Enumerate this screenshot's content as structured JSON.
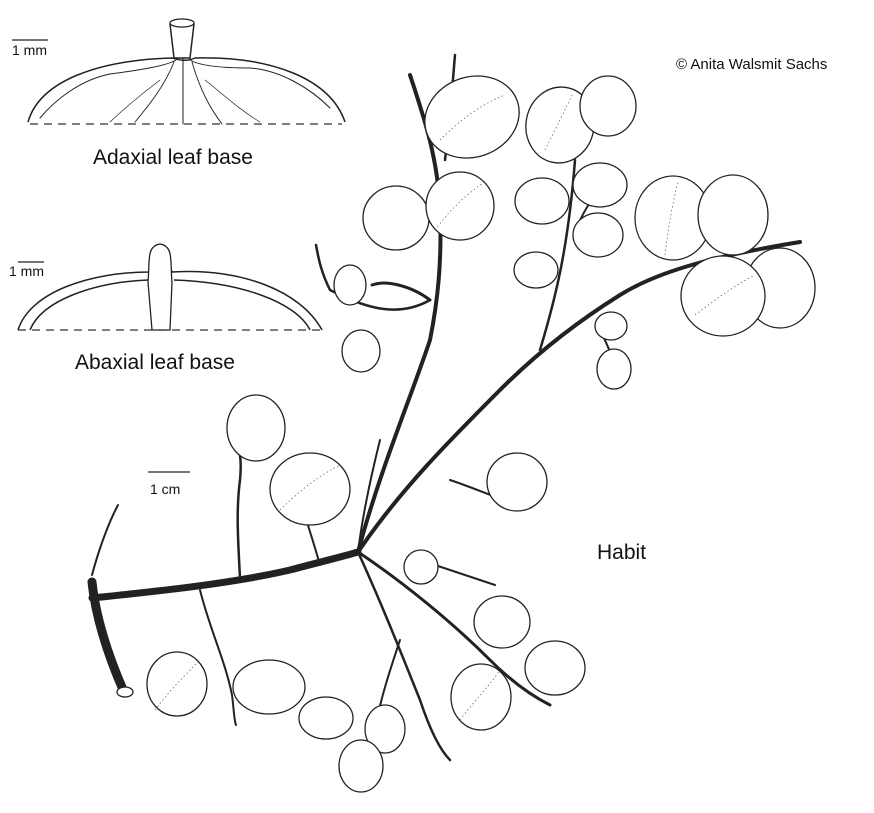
{
  "credit": "© Anita Walsmit Sachs",
  "panels": {
    "adaxial": {
      "caption": "Adaxial leaf base",
      "scale": "1 mm"
    },
    "abaxial": {
      "caption": "Abaxial leaf base",
      "scale": "1 mm"
    },
    "habit": {
      "caption": "Habit",
      "scale": "1 cm"
    }
  }
}
